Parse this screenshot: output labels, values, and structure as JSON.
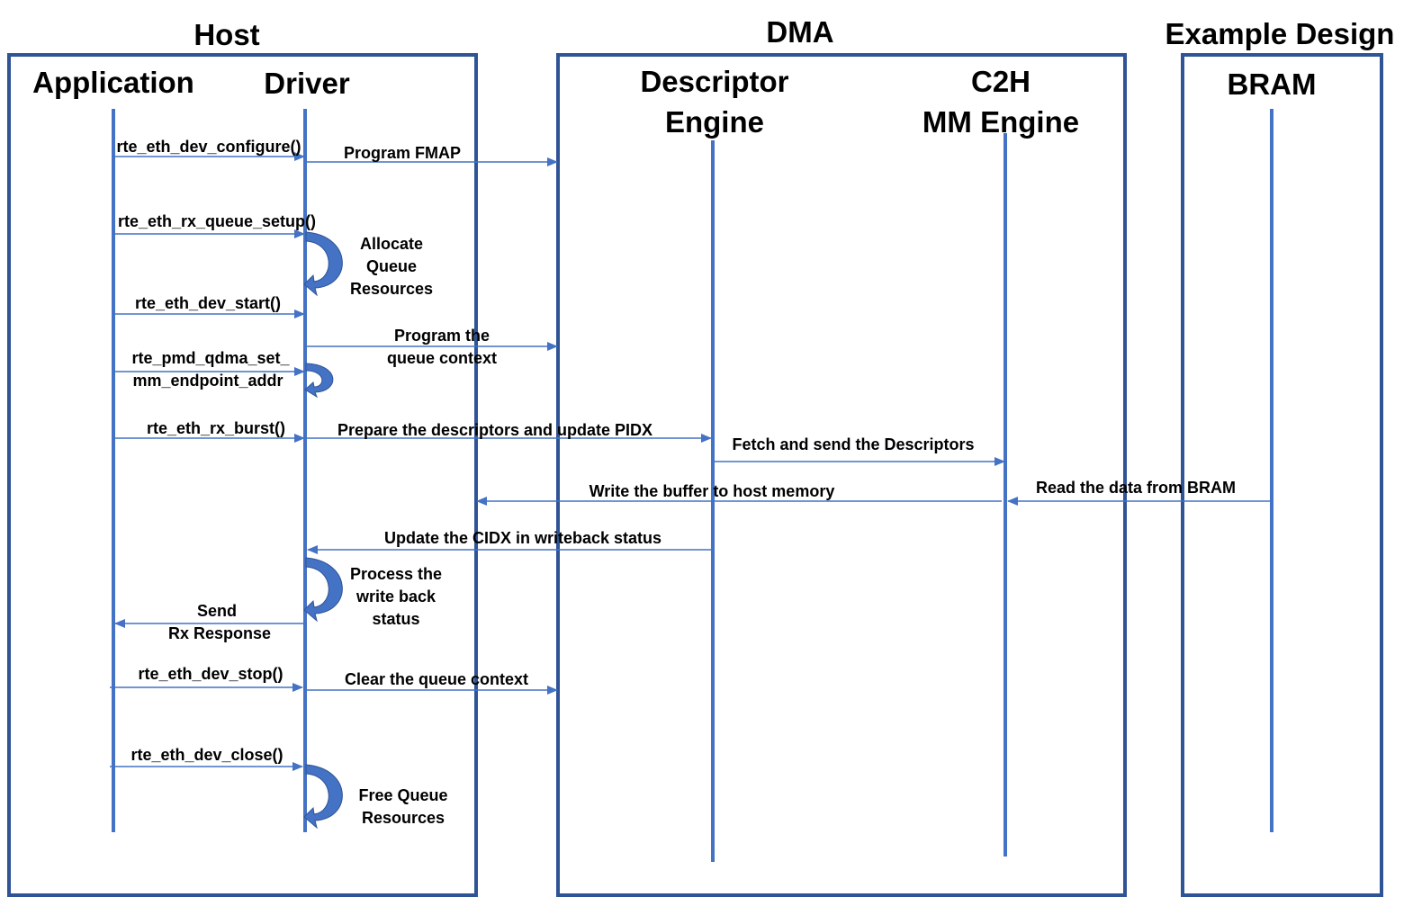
{
  "colors": {
    "frame": "#2f5496",
    "lifeline": "#4472c4",
    "arrow": "#4472c4",
    "loop_fill": "#4472c4",
    "loop_edge": "#2f5496",
    "text": "#000000"
  },
  "groups": {
    "host": "Host",
    "dma": "DMA",
    "example": "Example Design"
  },
  "lanes": {
    "application": "Application",
    "driver": "Driver",
    "descriptor": [
      "Descriptor",
      "Engine"
    ],
    "c2h": [
      "C2H",
      "MM Engine"
    ],
    "bram": "BRAM"
  },
  "messages": {
    "dev_configure": "rte_eth_dev_configure()",
    "program_fmap": "Program FMAP",
    "rx_queue_setup": "rte_eth_rx_queue_setup()",
    "dev_start": "rte_eth_dev_start()",
    "program_ctx": [
      "Program the",
      "queue context"
    ],
    "set_mm_addr": [
      "rte_pmd_qdma_set_",
      "mm_endpoint_addr"
    ],
    "rx_burst": "rte_eth_rx_burst()",
    "prepare_desc": "Prepare the descriptors and update PIDX",
    "fetch_desc": "Fetch and send the Descriptors",
    "read_bram": "Read the data from BRAM",
    "write_buffer": "Write the buffer to host memory",
    "update_cidx": "Update the CIDX in writeback status",
    "send_rx": [
      "Send",
      "Rx Response"
    ],
    "dev_stop": "rte_eth_dev_stop()",
    "clear_ctx": "Clear the queue context",
    "dev_close": "rte_eth_dev_close()"
  },
  "notes": {
    "allocate": [
      "Allocate",
      "Queue",
      "Resources"
    ],
    "process_wb": [
      "Process the",
      "write back",
      "status"
    ],
    "free": [
      "Free Queue",
      "Resources"
    ]
  }
}
